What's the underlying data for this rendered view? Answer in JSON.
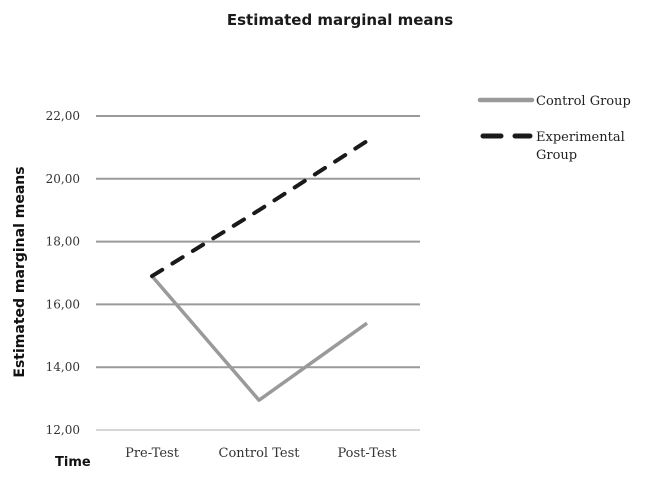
{
  "chart_data": {
    "type": "line",
    "title": "Estimated marginal means",
    "xlabel": "Time",
    "ylabel": "Estimated marginal means",
    "categories": [
      "Pre-Test",
      "Control Test",
      "Post-Test"
    ],
    "series": [
      {
        "name": "Control Group",
        "values": [
          16.9,
          12.95,
          15.4
        ],
        "color": "#9a9a9a",
        "style": "solid"
      },
      {
        "name": "Experimental Group",
        "values": [
          16.9,
          19.0,
          21.2
        ],
        "color": "#1a1a1a",
        "style": "dashed"
      }
    ],
    "ylim": [
      12,
      22
    ],
    "yticks": [
      12,
      14,
      16,
      18,
      20,
      22
    ],
    "ytick_labels": [
      "12,00",
      "14,00",
      "16,00",
      "18,00",
      "20,00",
      "22,00"
    ],
    "grid": true,
    "legend_position": "right-top"
  },
  "legend": {
    "items": [
      {
        "label_lines": [
          "Control Group"
        ]
      },
      {
        "label_lines": [
          "Experimental",
          "Group"
        ]
      }
    ]
  }
}
